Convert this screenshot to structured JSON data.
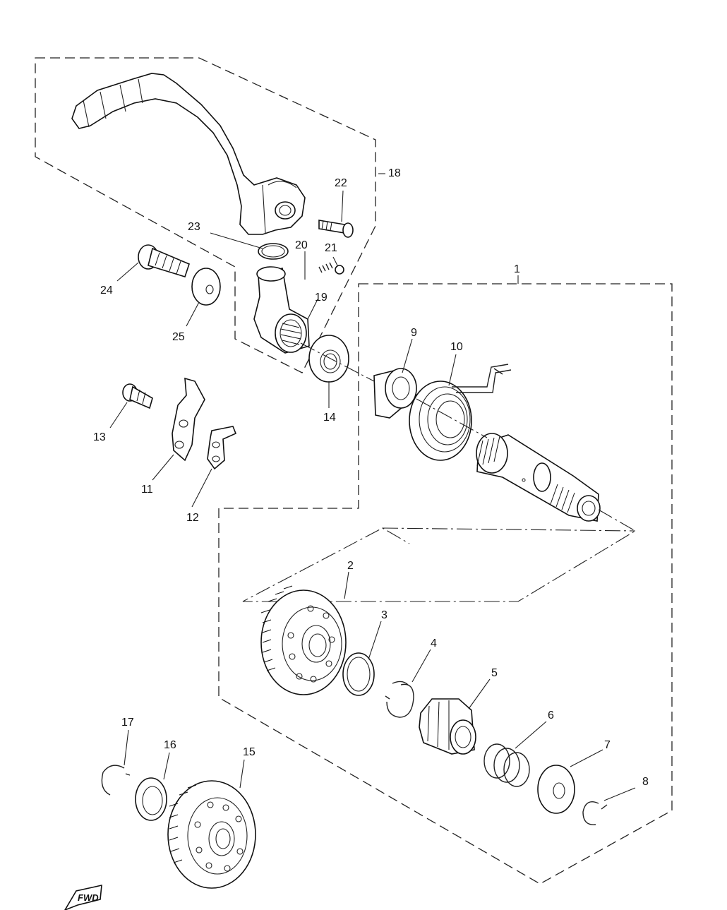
{
  "callouts": [
    {
      "id": "c1",
      "text": "1"
    },
    {
      "id": "c2",
      "text": "2"
    },
    {
      "id": "c3",
      "text": "3"
    },
    {
      "id": "c4",
      "text": "4"
    },
    {
      "id": "c5",
      "text": "5"
    },
    {
      "id": "c6",
      "text": "6"
    },
    {
      "id": "c7",
      "text": "7"
    },
    {
      "id": "c8",
      "text": "8"
    },
    {
      "id": "c9",
      "text": "9"
    },
    {
      "id": "c10",
      "text": "10"
    },
    {
      "id": "c11",
      "text": "11"
    },
    {
      "id": "c12",
      "text": "12"
    },
    {
      "id": "c13",
      "text": "13"
    },
    {
      "id": "c14",
      "text": "14"
    },
    {
      "id": "c15",
      "text": "15"
    },
    {
      "id": "c16",
      "text": "16"
    },
    {
      "id": "c17",
      "text": "17"
    },
    {
      "id": "c18",
      "text": "18"
    },
    {
      "id": "c19",
      "text": "19"
    },
    {
      "id": "c20",
      "text": "20"
    },
    {
      "id": "c21",
      "text": "21"
    },
    {
      "id": "c22",
      "text": "22"
    },
    {
      "id": "c23",
      "text": "23"
    },
    {
      "id": "c24",
      "text": "24"
    },
    {
      "id": "c25",
      "text": "25"
    }
  ],
  "direction_marker": {
    "text": "FWD"
  }
}
